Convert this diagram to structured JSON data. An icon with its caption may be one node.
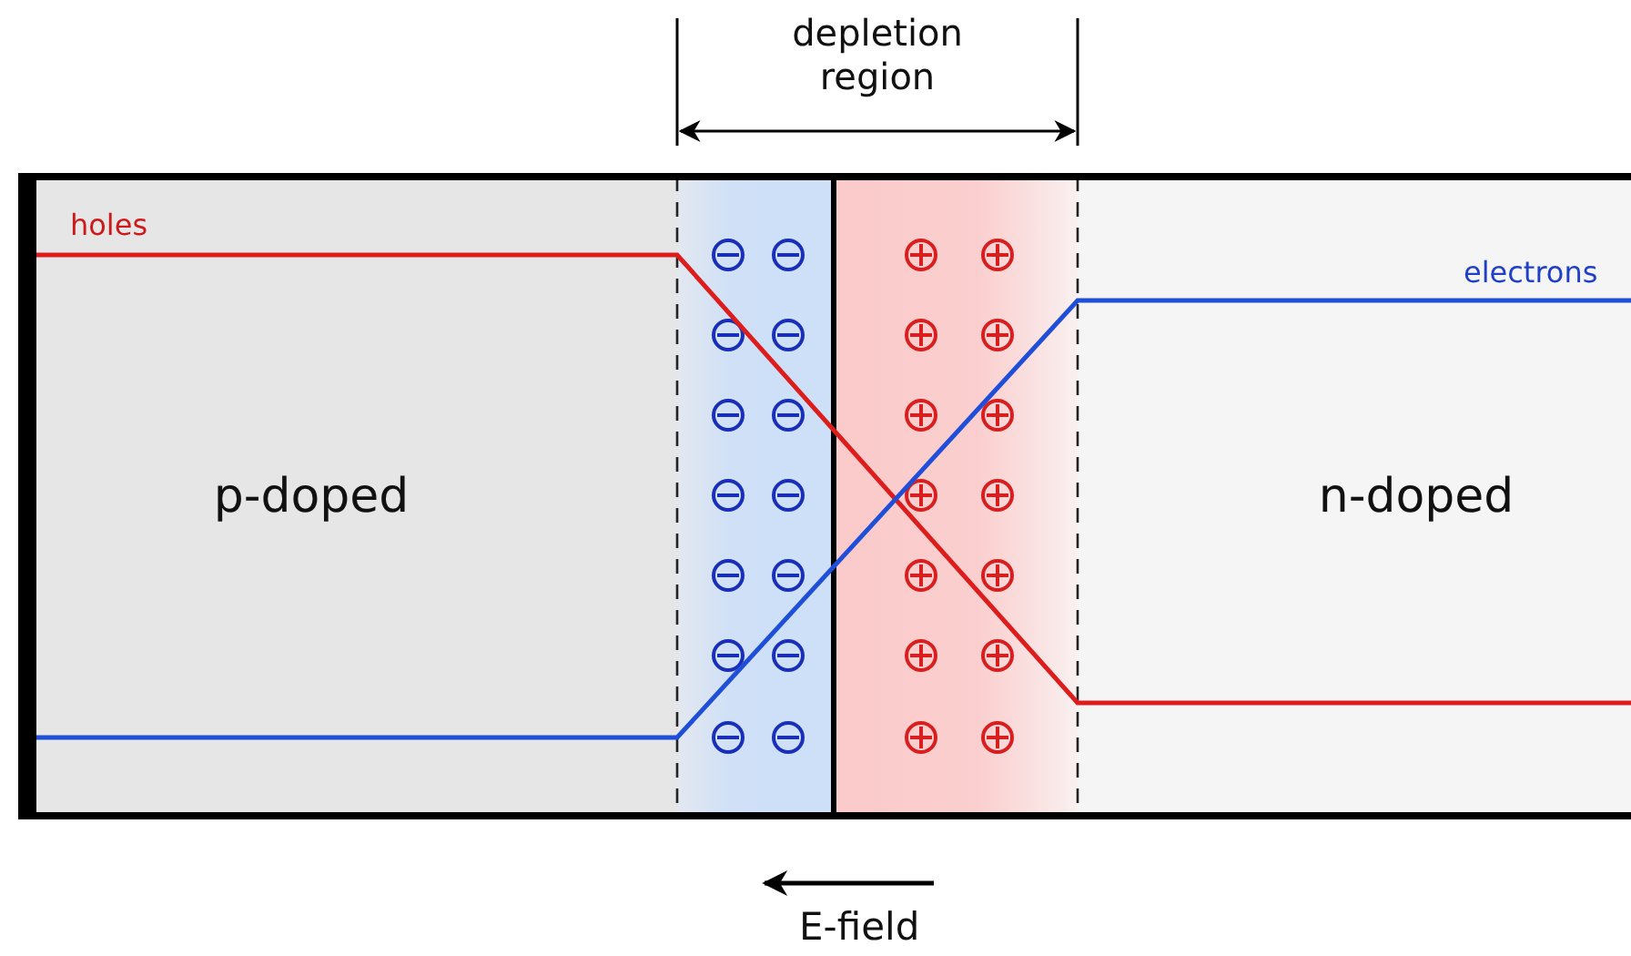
{
  "diagram": {
    "nodes": [
      {
        "text": [
          "p-doped"
        ]
      },
      {
        "text": [
          "n-doped"
        ]
      }
    ],
    "labels": [
      "depletion region",
      "holes",
      "electrons",
      "E-field"
    ]
  }
}
